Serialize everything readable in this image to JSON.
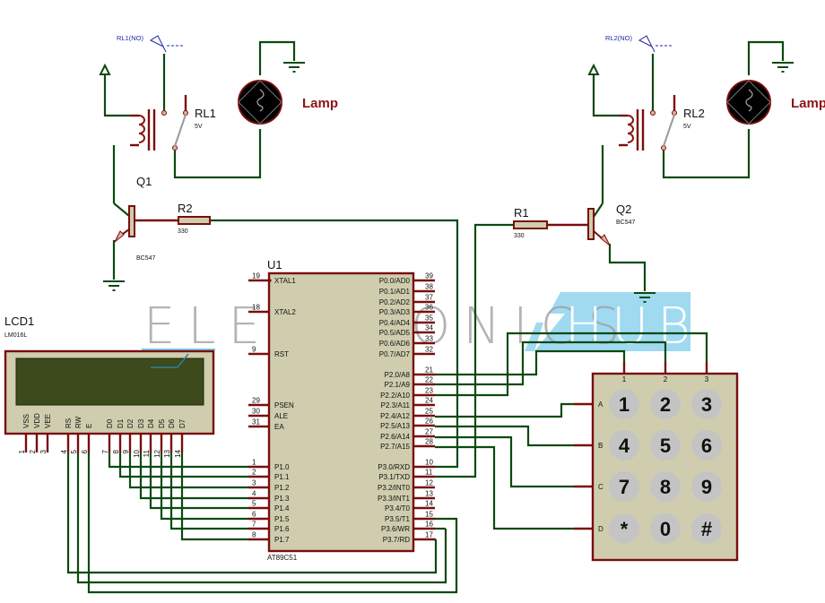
{
  "watermark": {
    "left": "ELECTRONICS",
    "right": "HUB",
    "accent": "#7fd0f0"
  },
  "colors": {
    "wire": "#0b4a10",
    "pin": "#7a0d0d",
    "body": "#cfcdae",
    "lamp_label": "#8b1414",
    "lcd_screen": "#3d4a1c"
  },
  "relays": [
    {
      "ref": "RL1",
      "value": "5V",
      "net_label": "RL1(NO)"
    },
    {
      "ref": "RL2",
      "value": "5V",
      "net_label": "RL2(NO)"
    }
  ],
  "lamps": [
    {
      "label": "Lamp"
    },
    {
      "label": "Lamp"
    }
  ],
  "transistors": [
    {
      "ref": "Q1",
      "part": "BC547"
    },
    {
      "ref": "Q2",
      "part": "BC547"
    }
  ],
  "resistors": [
    {
      "ref": "R2",
      "value": "330"
    },
    {
      "ref": "R1",
      "value": "330"
    }
  ],
  "mcu": {
    "ref": "U1",
    "part": "AT89C51",
    "left_pins": [
      {
        "num": "19",
        "name": "XTAL1"
      },
      {
        "num": "18",
        "name": "XTAL2"
      },
      {
        "num": "9",
        "name": "RST"
      },
      {
        "num": "29",
        "name": "PSEN"
      },
      {
        "num": "30",
        "name": "ALE"
      },
      {
        "num": "31",
        "name": "EA"
      },
      {
        "num": "1",
        "name": "P1.0"
      },
      {
        "num": "2",
        "name": "P1.1"
      },
      {
        "num": "3",
        "name": "P1.2"
      },
      {
        "num": "4",
        "name": "P1.3"
      },
      {
        "num": "5",
        "name": "P1.4"
      },
      {
        "num": "6",
        "name": "P1.5"
      },
      {
        "num": "7",
        "name": "P1.6"
      },
      {
        "num": "8",
        "name": "P1.7"
      }
    ],
    "right_pins": [
      {
        "num": "39",
        "name": "P0.0/AD0"
      },
      {
        "num": "38",
        "name": "P0.1/AD1"
      },
      {
        "num": "37",
        "name": "P0.2/AD2"
      },
      {
        "num": "36",
        "name": "P0.3/AD3"
      },
      {
        "num": "35",
        "name": "P0.4/AD4"
      },
      {
        "num": "34",
        "name": "P0.5/AD5"
      },
      {
        "num": "33",
        "name": "P0.6/AD6"
      },
      {
        "num": "32",
        "name": "P0.7/AD7"
      },
      {
        "num": "21",
        "name": "P2.0/A8"
      },
      {
        "num": "22",
        "name": "P2.1/A9"
      },
      {
        "num": "23",
        "name": "P2.2/A10"
      },
      {
        "num": "24",
        "name": "P2.3/A11"
      },
      {
        "num": "25",
        "name": "P2.4/A12"
      },
      {
        "num": "26",
        "name": "P2.5/A13"
      },
      {
        "num": "27",
        "name": "P2.6/A14"
      },
      {
        "num": "28",
        "name": "P2.7/A15"
      },
      {
        "num": "10",
        "name": "P3.0/RXD"
      },
      {
        "num": "11",
        "name": "P3.1/TXD"
      },
      {
        "num": "12",
        "name": "P3.2/INT0"
      },
      {
        "num": "13",
        "name": "P3.3/INT1"
      },
      {
        "num": "14",
        "name": "P3.4/T0"
      },
      {
        "num": "15",
        "name": "P3.5/T1"
      },
      {
        "num": "16",
        "name": "P3.6/WR"
      },
      {
        "num": "17",
        "name": "P3.7/RD"
      }
    ]
  },
  "lcd": {
    "ref": "LCD1",
    "part": "LM016L",
    "pins": [
      {
        "num": "1",
        "name": "VSS"
      },
      {
        "num": "2",
        "name": "VDD"
      },
      {
        "num": "3",
        "name": "VEE"
      },
      {
        "num": "4",
        "name": "RS"
      },
      {
        "num": "5",
        "name": "RW"
      },
      {
        "num": "6",
        "name": "E"
      },
      {
        "num": "7",
        "name": "D0"
      },
      {
        "num": "8",
        "name": "D1"
      },
      {
        "num": "9",
        "name": "D2"
      },
      {
        "num": "10",
        "name": "D3"
      },
      {
        "num": "11",
        "name": "D4"
      },
      {
        "num": "12",
        "name": "D5"
      },
      {
        "num": "13",
        "name": "D6"
      },
      {
        "num": "14",
        "name": "D7"
      }
    ]
  },
  "keypad": {
    "columns": [
      "1",
      "2",
      "3"
    ],
    "rows": [
      "A",
      "B",
      "C",
      "D"
    ],
    "keys": [
      [
        "1",
        "2",
        "3"
      ],
      [
        "4",
        "5",
        "6"
      ],
      [
        "7",
        "8",
        "9"
      ],
      [
        "*",
        "0",
        "#"
      ]
    ]
  }
}
